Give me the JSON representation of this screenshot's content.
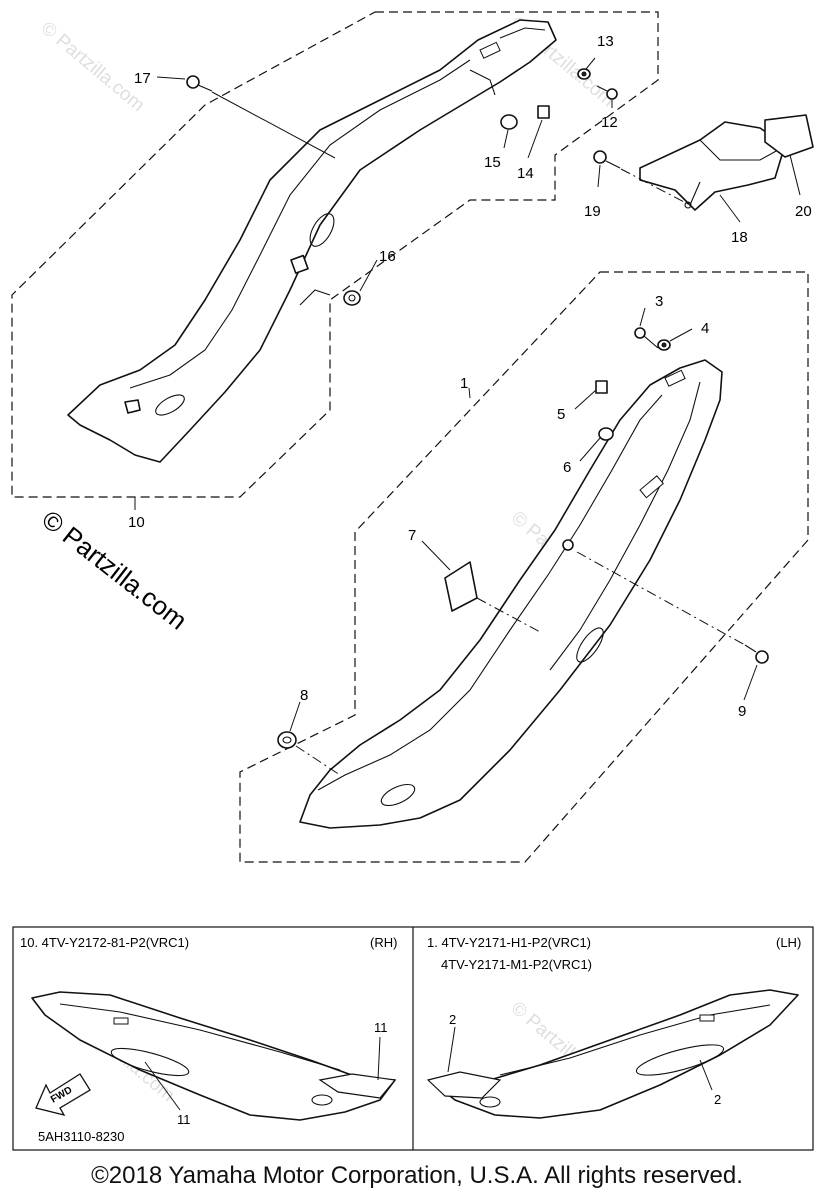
{
  "callouts": {
    "c1": "1",
    "c2": "2",
    "c3": "3",
    "c4": "4",
    "c5": "5",
    "c6": "6",
    "c7": "7",
    "c8": "8",
    "c9": "9",
    "c10": "10",
    "c11": "11",
    "c12": "12",
    "c13": "13",
    "c14": "14",
    "c15": "15",
    "c16": "16",
    "c17": "17",
    "c18": "18",
    "c19": "19",
    "c20": "20"
  },
  "watermark": {
    "main": "© Partzilla.com",
    "faint": "© Partzilla.com"
  },
  "inset": {
    "left_title": "10. 4TV-Y2172-81-P2(VRC1)",
    "left_side": "(RH)",
    "right_title_1": "1. 4TV-Y2171-H1-P2(VRC1)",
    "right_title_2": "4TV-Y2171-M1-P2(VRC1)",
    "right_side": "(LH)",
    "fwd": "FWD",
    "label_11a": "11",
    "label_11b": "11",
    "label_2a": "2",
    "label_2b": "2",
    "diagram_code": "5AH3110-8230"
  },
  "footer": "©2018  Yamaha Motor Corporation, U.S.A. All rights reserved."
}
